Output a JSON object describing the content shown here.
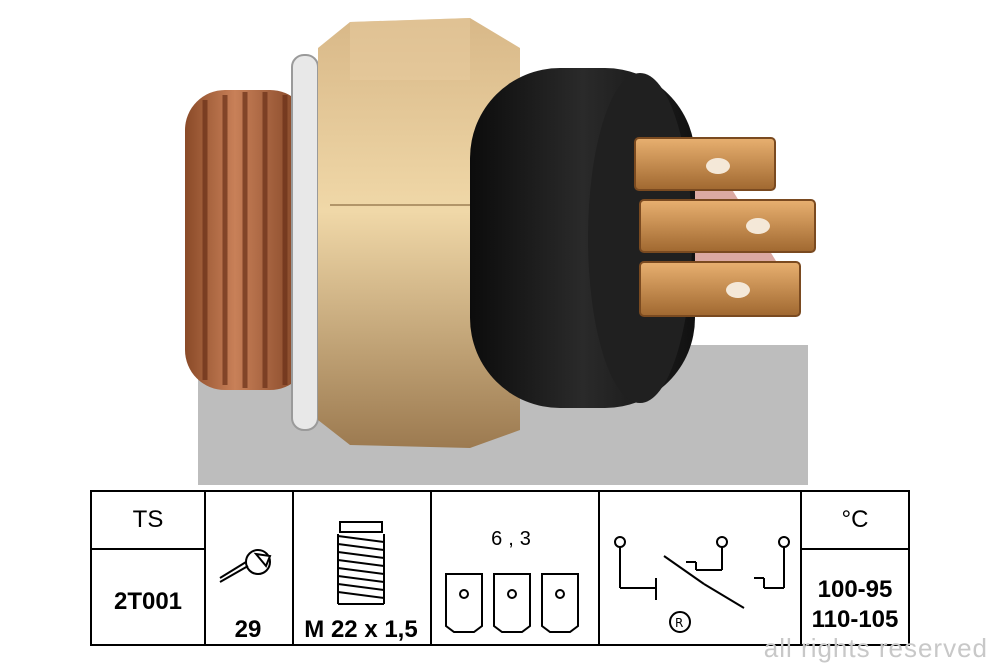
{
  "table": {
    "type_header": "TS",
    "type_code": "2T001",
    "wrench_size": "29",
    "thread": "M 22 x 1,5",
    "terminal_size": "6,3",
    "temp_unit": "°C",
    "temp_range_1": "100-95",
    "temp_range_2": "110-105"
  },
  "icons": {
    "wrench": "wrench-icon",
    "thread": "thread-bolt-icon",
    "terminals": "spade-terminals-icon",
    "switch": "switch-schematic-icon"
  },
  "watermark": "all rights reserved",
  "colors": {
    "brass": "#c8a070",
    "copper": "#b06840",
    "black_body": "#1a1a1a",
    "logo_red": "#b04030",
    "logo_gray": "#b8b8b8"
  }
}
